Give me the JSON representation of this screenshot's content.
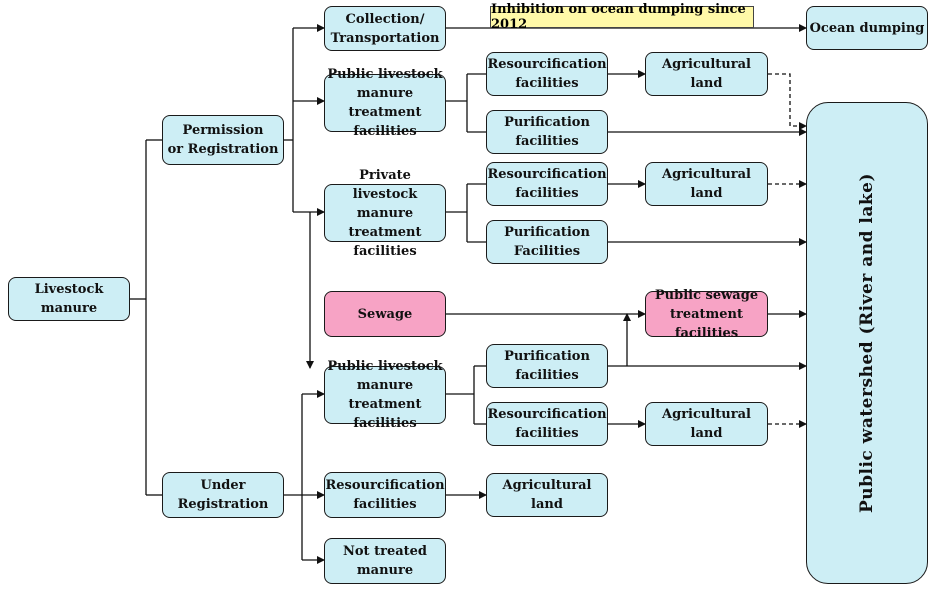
{
  "nodes": {
    "livestock_manure": "Livestock manure",
    "permission_registration": "Permission\nor Registration",
    "under_registration": "Under Registration",
    "collection_transportation": "Collection/\nTransportation",
    "ocean_dumping": "Ocean dumping",
    "inhibition_note": "Inhibition on ocean dumping since 2012",
    "public_treatment_top": "Public livestock\nmanure treatment\nfacilities",
    "resourcification_1": "Resourcification\nfacilities",
    "agricultural_land_1": "Agricultural land",
    "purification_1": "Purification\nfacilities",
    "private_treatment": "Private livestock\nmanure treatment\nfacilities",
    "resourcification_2": "Resourcification\nfacilities",
    "agricultural_land_2": "Agricultural land",
    "purification_2": "Purification\nFacilities",
    "sewage": "Sewage",
    "public_sewage_treatment": "Public sewage\ntreatment facilities",
    "public_treatment_bottom": "Public livestock\nmanure treatment\nfacilities",
    "purification_3": "Purification\nfacilities",
    "resourcification_3": "Resourcification\nfacilities",
    "agricultural_land_3": "Agricultural land",
    "resourcification_4": "Resourcification\nfacilities",
    "agricultural_land_4": "Agricultural land",
    "not_treated": "Not treated\nmanure",
    "public_watershed": "Public watershed (River and lake)"
  },
  "colors": {
    "box_fill": "#cdeef5",
    "sewage_fill": "#f7a3c5",
    "note_fill": "#fff9a8"
  }
}
